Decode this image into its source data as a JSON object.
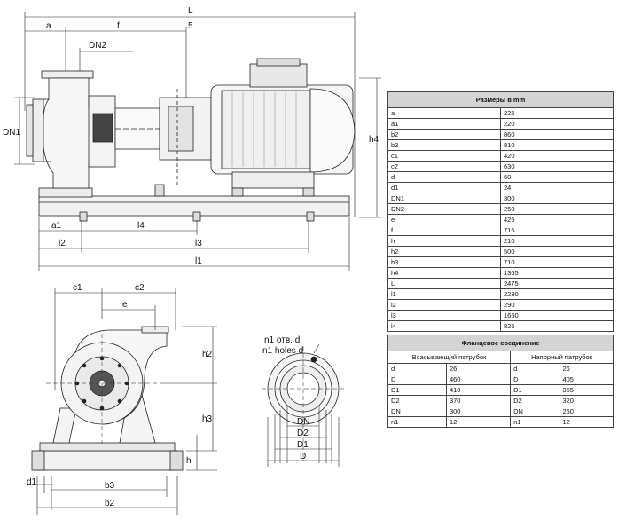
{
  "dims_table": {
    "title": "Размеры в mm",
    "rows": [
      [
        "a",
        "225"
      ],
      [
        "a1",
        "220"
      ],
      [
        "b2",
        "860"
      ],
      [
        "b3",
        "810"
      ],
      [
        "c1",
        "420"
      ],
      [
        "c2",
        "630"
      ],
      [
        "d",
        "60"
      ],
      [
        "d1",
        "24"
      ],
      [
        "DN1",
        "300"
      ],
      [
        "DN2",
        "250"
      ],
      [
        "e",
        "425"
      ],
      [
        "f",
        "715"
      ],
      [
        "h",
        "210"
      ],
      [
        "h2",
        "500"
      ],
      [
        "h3",
        "710"
      ],
      [
        "h4",
        "1365"
      ],
      [
        "L",
        "2475"
      ],
      [
        "l1",
        "2230"
      ],
      [
        "l2",
        "290"
      ],
      [
        "l3",
        "1650"
      ],
      [
        "l4",
        "825"
      ]
    ]
  },
  "flange_table": {
    "title": "Фланцевое соединение",
    "suction_label": "Всасывающий патрубок",
    "discharge_label": "Напорный патрубок",
    "rows": [
      [
        "d",
        "26",
        "d",
        "26"
      ],
      [
        "D",
        "460",
        "D",
        "405"
      ],
      [
        "D1",
        "410",
        "D1",
        "355"
      ],
      [
        "D2",
        "370",
        "D2",
        "320"
      ],
      [
        "DN",
        "300",
        "DN",
        "250"
      ],
      [
        "n1",
        "12",
        "n1",
        "12"
      ]
    ]
  },
  "labels": {
    "L": "L",
    "a": "a",
    "f": "f",
    "five": "5",
    "DN2": "DN2",
    "DN1": "DN1",
    "h4": "h4",
    "a1": "a1",
    "l4": "l4",
    "l2": "l2",
    "l3": "l3",
    "l1": "l1",
    "c1": "c1",
    "c2": "c2",
    "e": "e",
    "h2": "h2",
    "h3": "h3",
    "h": "h",
    "d1": "d1",
    "b3": "b3",
    "b2": "b2",
    "n1_ru": "n1 отв. d",
    "n1_en": "n1 holes d",
    "DN": "DN",
    "D2": "D2",
    "D1": "D1",
    "D": "D"
  }
}
